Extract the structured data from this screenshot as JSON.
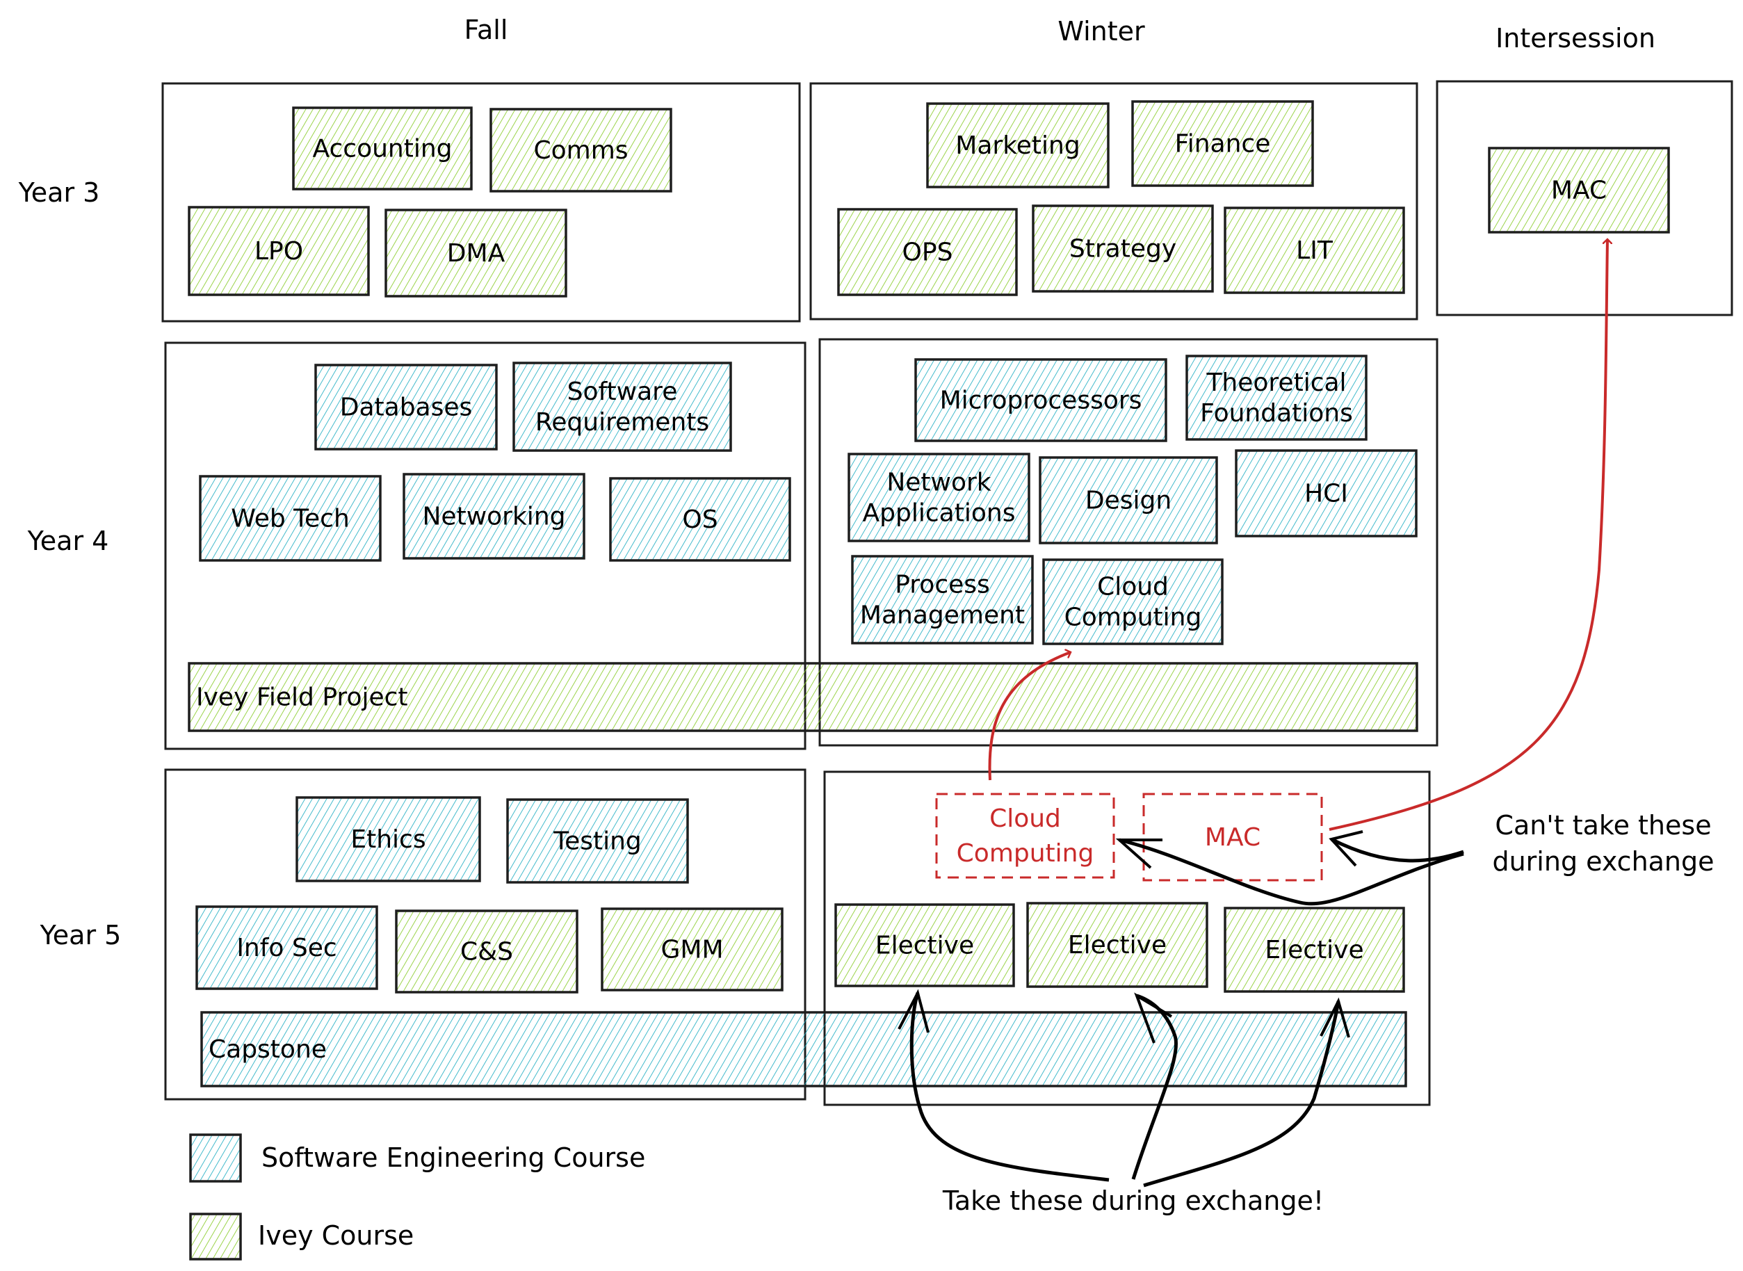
{
  "title": "Course plan diagram",
  "terms": {
    "fall": "Fall",
    "winter": "Winter",
    "intersession": "Intersession"
  },
  "years": {
    "y3": "Year 3",
    "y4": "Year 4",
    "y5": "Year 5"
  },
  "colors": {
    "software": "#15aabf",
    "ivey": "#82c91e",
    "red": "#c92a2a",
    "stroke": "#1e1e1e"
  },
  "courses": {
    "y3_fall": [
      {
        "label": "Accounting",
        "type": "ivey"
      },
      {
        "label": "Comms",
        "type": "ivey"
      },
      {
        "label": "LPO",
        "type": "ivey"
      },
      {
        "label": "DMA",
        "type": "ivey"
      }
    ],
    "y3_winter": [
      {
        "label": "Marketing",
        "type": "ivey"
      },
      {
        "label": "Finance",
        "type": "ivey"
      },
      {
        "label": "OPS",
        "type": "ivey"
      },
      {
        "label": "Strategy",
        "type": "ivey"
      },
      {
        "label": "LIT",
        "type": "ivey"
      }
    ],
    "y3_intersession": [
      {
        "label": "MAC",
        "type": "ivey"
      }
    ],
    "y4_fall": [
      {
        "label": "Databases",
        "type": "software"
      },
      {
        "label": "Software\nRequirements",
        "type": "software"
      },
      {
        "label": "Web Tech",
        "type": "software"
      },
      {
        "label": "Networking",
        "type": "software"
      },
      {
        "label": "OS",
        "type": "software"
      }
    ],
    "y4_span": {
      "label": "Ivey Field Project",
      "type": "ivey"
    },
    "y4_winter": [
      {
        "label": "Microprocessors",
        "type": "software"
      },
      {
        "label": "Theoretical\nFoundations",
        "type": "software"
      },
      {
        "label": "Network\nApplications",
        "type": "software"
      },
      {
        "label": "Design",
        "type": "software"
      },
      {
        "label": "HCI",
        "type": "software"
      },
      {
        "label": "Process\nManagement",
        "type": "software"
      },
      {
        "label": "Cloud\nComputing",
        "type": "software"
      }
    ],
    "y5_fall": [
      {
        "label": "Ethics",
        "type": "software"
      },
      {
        "label": "Testing",
        "type": "software"
      },
      {
        "label": "Info Sec",
        "type": "software"
      },
      {
        "label": "C&S",
        "type": "ivey"
      },
      {
        "label": "GMM",
        "type": "ivey"
      }
    ],
    "y5_span": {
      "label": "Capstone",
      "type": "software"
    },
    "y5_winter_moved": [
      {
        "label": "Cloud\nComputing"
      },
      {
        "label": "MAC"
      }
    ],
    "y5_winter": [
      {
        "label": "Elective",
        "type": "ivey"
      },
      {
        "label": "Elective",
        "type": "ivey"
      },
      {
        "label": "Elective",
        "type": "ivey"
      }
    ]
  },
  "notes": {
    "cant_take": "Can't take these\nduring exchange",
    "take_these": "Take these during exchange!"
  },
  "legend": [
    {
      "label": "Software Engineering Course",
      "type": "software"
    },
    {
      "label": "Ivey Course",
      "type": "ivey"
    }
  ]
}
